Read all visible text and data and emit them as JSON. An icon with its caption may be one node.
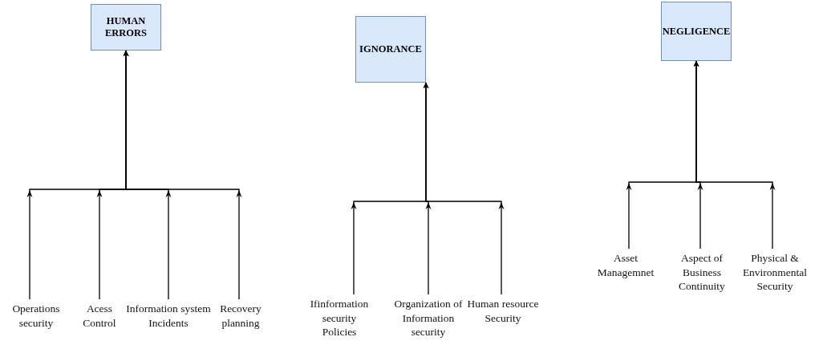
{
  "diagram": {
    "nodes": [
      {
        "text": [
          "HUMAN ERRORS"
        ]
      },
      {
        "text": [
          "Operations security"
        ]
      },
      {
        "text": [
          "Acess Control"
        ]
      },
      {
        "text": [
          "Information system Incidents"
        ]
      },
      {
        "text": [
          "Recovery planning"
        ]
      },
      {
        "text": [
          "IGNORANCE"
        ]
      },
      {
        "text": [
          "Ifinformation security Policies"
        ]
      },
      {
        "text": [
          "Organization of Information security"
        ]
      },
      {
        "text": [
          "Human resource Security"
        ]
      },
      {
        "text": [
          "NEGLIGENCE"
        ]
      },
      {
        "text": [
          "Asset Managemnet"
        ]
      },
      {
        "text": [
          "Aspect of Business Continuity"
        ]
      },
      {
        "text": [
          "Physical & Environmental Security"
        ]
      }
    ],
    "edges": [
      {
        "from": 1,
        "to": 0,
        "arrow": "to"
      },
      {
        "from": 2,
        "to": 0,
        "arrow": "to"
      },
      {
        "from": 3,
        "to": 0,
        "arrow": "to"
      },
      {
        "from": 4,
        "to": 0,
        "arrow": "to"
      },
      {
        "from": 6,
        "to": 5,
        "arrow": "to"
      },
      {
        "from": 7,
        "to": 5,
        "arrow": "to"
      },
      {
        "from": 8,
        "to": 5,
        "arrow": "to"
      },
      {
        "from": 10,
        "to": 9,
        "arrow": "to"
      },
      {
        "from": 11,
        "to": 9,
        "arrow": "to"
      },
      {
        "from": 12,
        "to": 9,
        "arrow": "to"
      }
    ]
  }
}
